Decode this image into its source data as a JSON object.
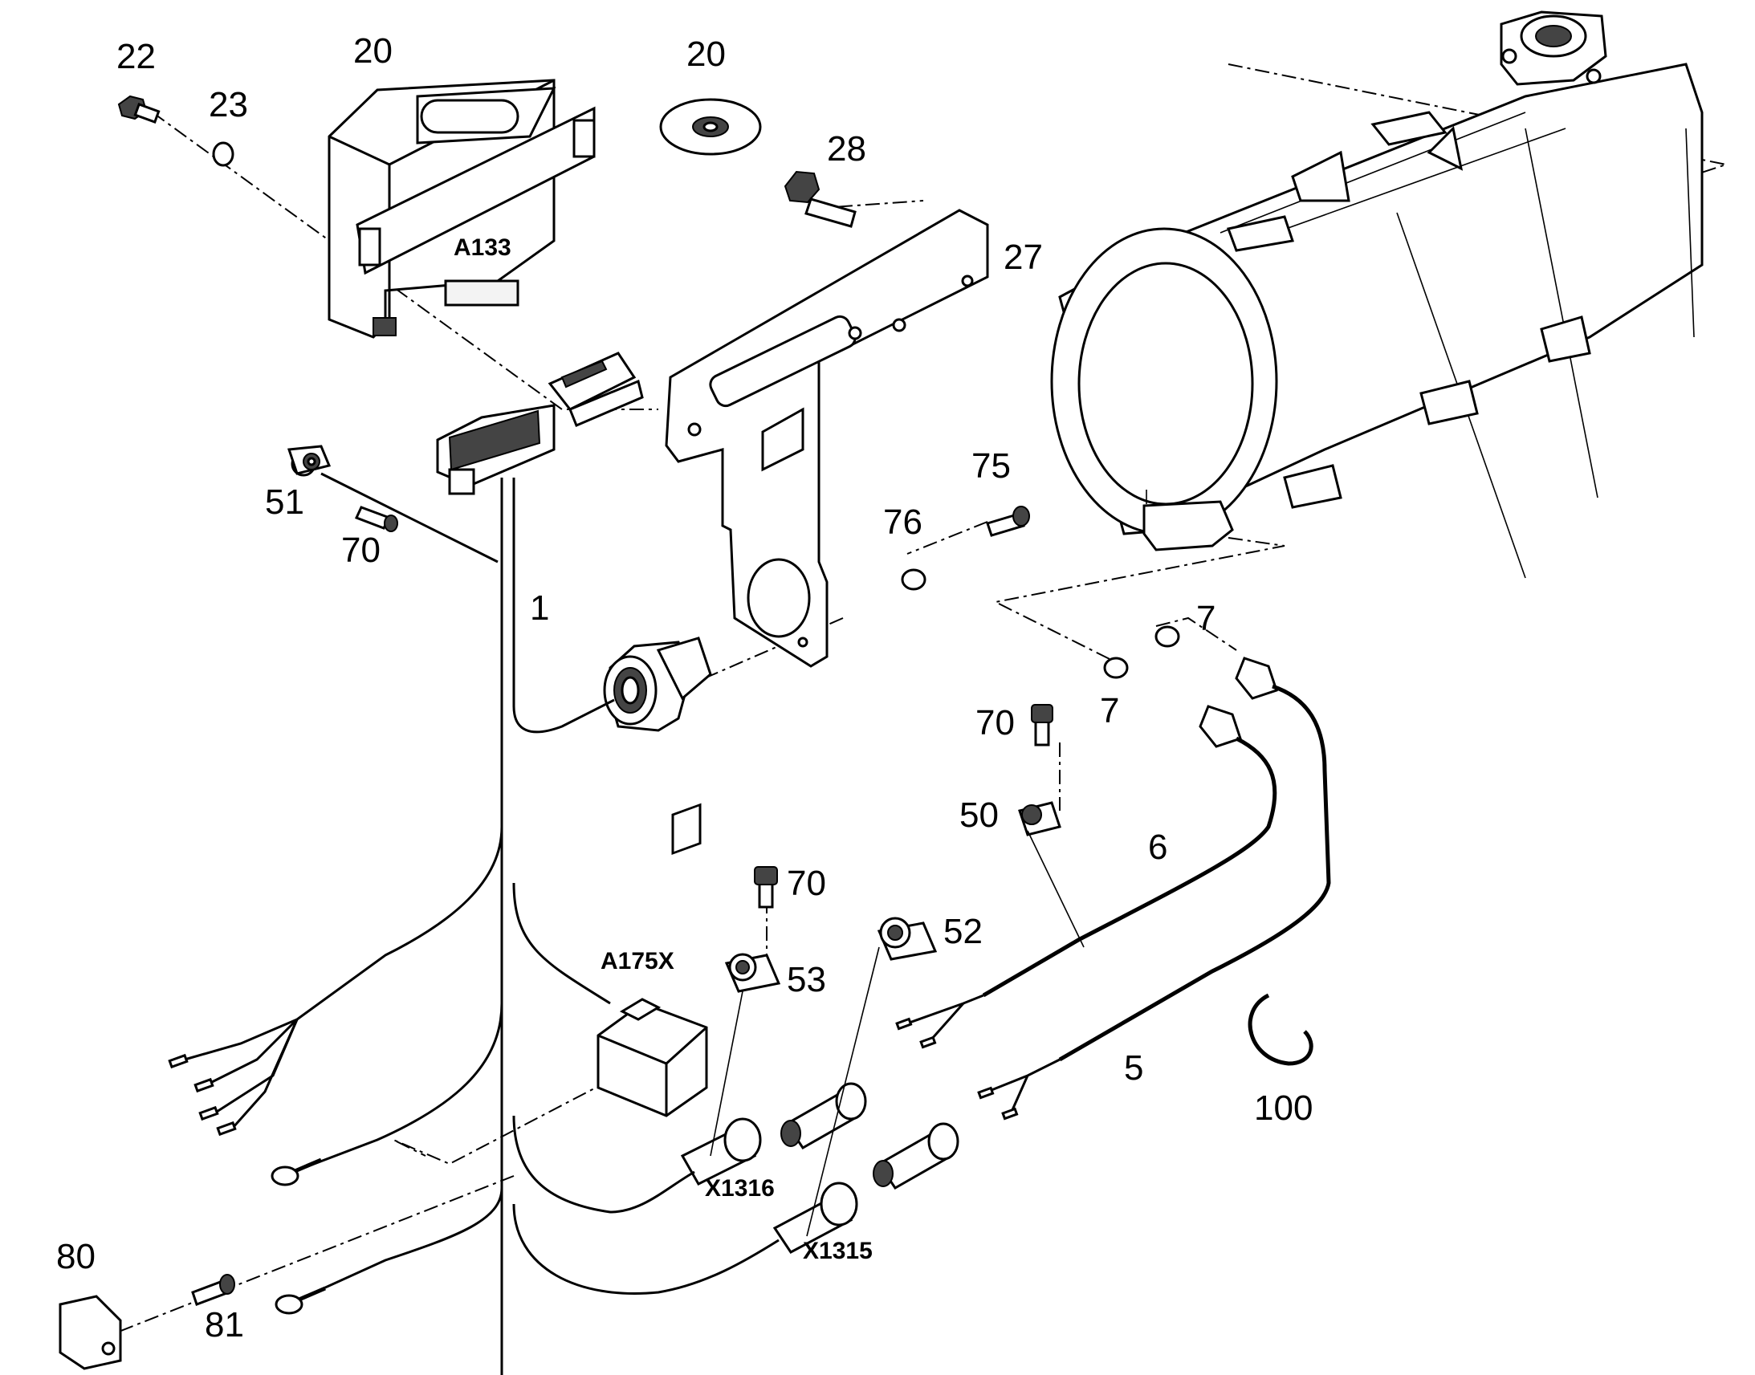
{
  "callouts": {
    "c22": "22",
    "c23": "23",
    "c20a": "20",
    "c20b": "20",
    "c28": "28",
    "c27": "27",
    "c51": "51",
    "c70a": "70",
    "c1": "1",
    "c75": "75",
    "c76": "76",
    "c7a": "7",
    "c7b": "7",
    "c70b": "70",
    "c50": "50",
    "c6": "6",
    "c70c": "70",
    "c52": "52",
    "c53": "53",
    "c5": "5",
    "c100": "100",
    "c80": "80",
    "c81": "81"
  },
  "labels": {
    "a133": "A133",
    "a175x": "A175X",
    "x1316": "X1316",
    "x1315": "X1315"
  }
}
